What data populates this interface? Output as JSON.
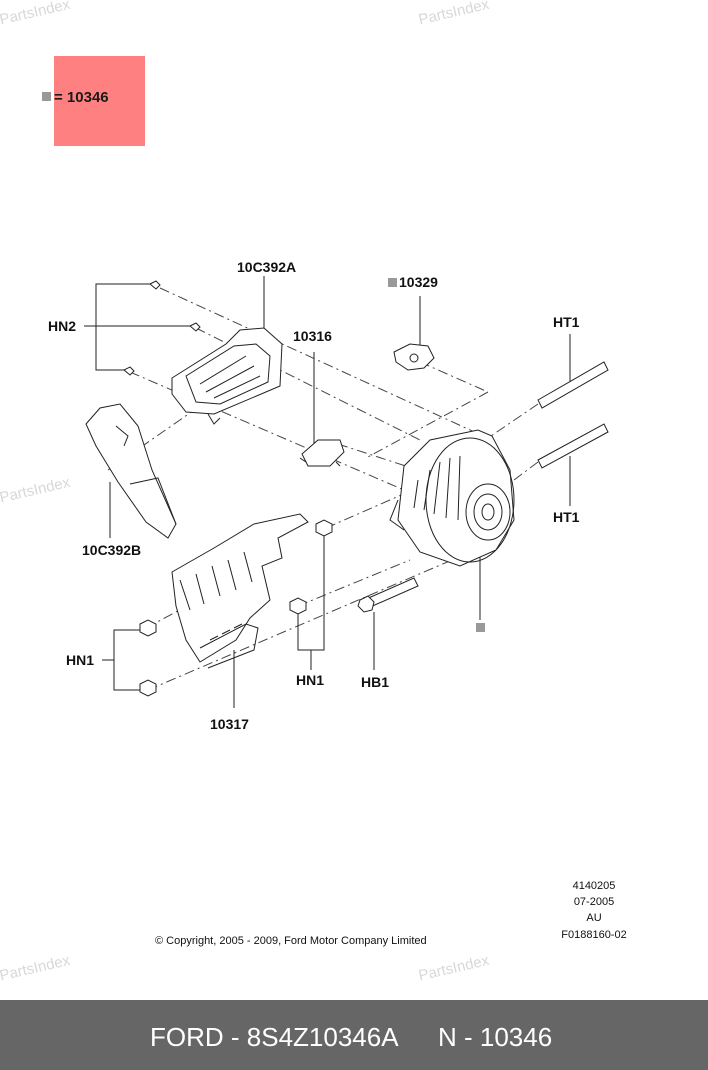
{
  "watermark": "PartsIndex",
  "legend": {
    "text": "= 10346",
    "color": "#ff8080"
  },
  "labels": {
    "l10c392a": "10C392A",
    "l10329": "10329",
    "hn2": "HN2",
    "l10316": "10316",
    "ht1_top": "HT1",
    "ht1_bottom": "HT1",
    "l10c392b": "10C392B",
    "hn1_left": "HN1",
    "hn1_right": "HN1",
    "hb1": "HB1",
    "l10317": "10317"
  },
  "meta": {
    "line1": "4140205",
    "line2": "07-2005",
    "line3": "AU",
    "line4": "F0188160-02"
  },
  "copyright": "© Copyright, 2005 - 2009, Ford Motor Company Limited",
  "footer": {
    "part_number": "FORD - 8S4Z10346A",
    "group": "N - 10346"
  }
}
